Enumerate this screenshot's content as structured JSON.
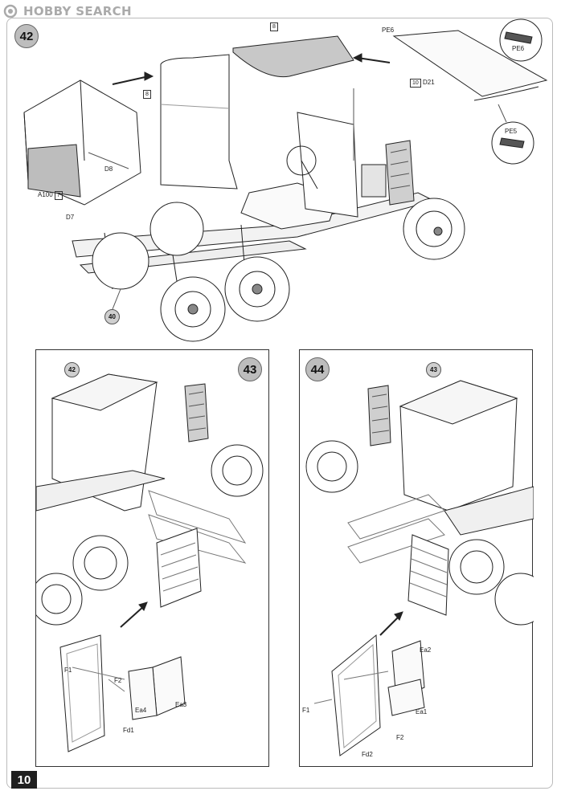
{
  "watermark": {
    "icon": "hobby-search-logo",
    "text": "HOBBY SEARCH"
  },
  "page_number": "10",
  "steps": {
    "s42": {
      "number": "42",
      "parts": {
        "pe6_top": "PE6",
        "pe6_detail": "PE6",
        "pe5": "PE5",
        "d21": "D21",
        "d21_box": "10",
        "roof_box": "8",
        "cab_box": "8",
        "d8": "D8",
        "a100": "A100",
        "a100_box": "7",
        "d7": "D7",
        "ref40": "40"
      }
    },
    "s43": {
      "number": "43",
      "ref42": "42",
      "parts": {
        "f1": "F1",
        "f2": "F2",
        "ea4": "Ea4",
        "ea3": "Ea3",
        "fd1": "Fd1"
      }
    },
    "s44": {
      "number": "44",
      "ref43": "43",
      "parts": {
        "ea2": "Ea2",
        "ea1": "Ea1",
        "f1": "F1",
        "f2": "F2",
        "fd2": "Fd2"
      }
    }
  }
}
